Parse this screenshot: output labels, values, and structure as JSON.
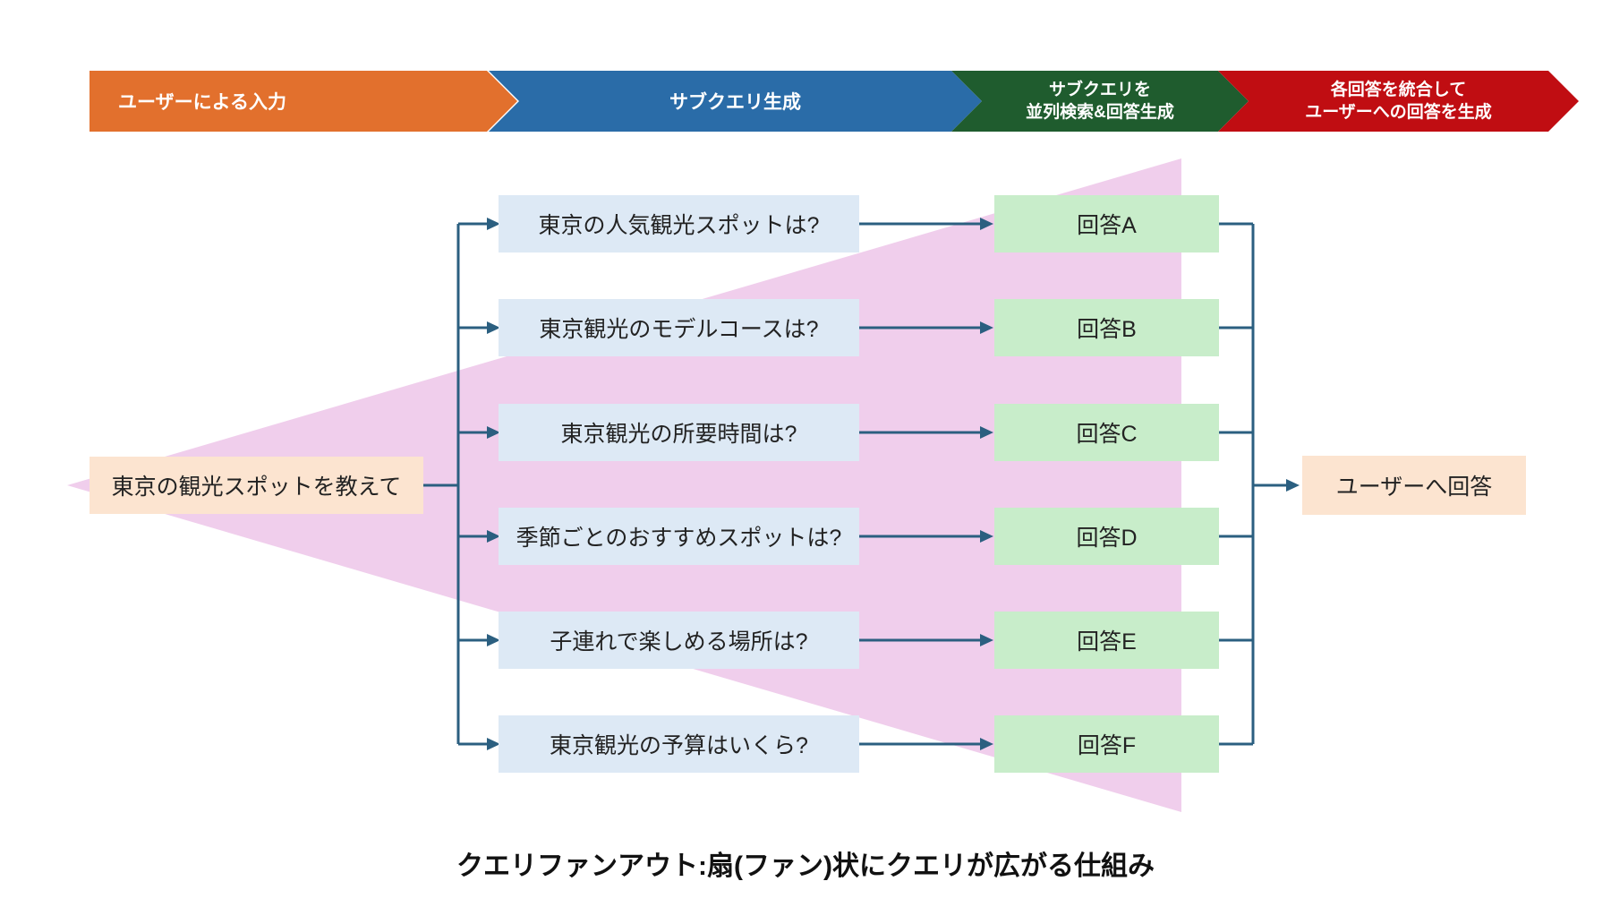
{
  "stage_banners": [
    {
      "line1": "ユーザーによる入力",
      "line2": "",
      "color": "#E2702D"
    },
    {
      "line1": "サブクエリ生成",
      "line2": "",
      "color": "#2A6CA8"
    },
    {
      "line1": "サブクエリを",
      "line2": "並列検索&回答生成",
      "color": "#1F5C2E"
    },
    {
      "line1": "各回答を統合して",
      "line2": "ユーザーへの回答を生成",
      "color": "#C00D12"
    }
  ],
  "input_box": {
    "label": "東京の観光スポットを教えて"
  },
  "subquery_boxes": [
    "東京の人気観光スポットは?",
    "東京観光のモデルコースは?",
    "東京観光の所要時間は?",
    "季節ごとのおすすめスポットは?",
    "子連れで楽しめる場所は?",
    "東京観光の予算はいくら?"
  ],
  "answer_boxes": [
    "回答A",
    "回答B",
    "回答C",
    "回答D",
    "回答E",
    "回答F"
  ],
  "output_box": {
    "label": "ユーザーへ回答"
  },
  "caption": "クエリファンアウト:扇(ファン)状にクエリが広がる仕組み",
  "colors": {
    "banner_orange": "#E2702D",
    "banner_blue": "#2A6CA8",
    "banner_green": "#1F5C2E",
    "banner_red": "#C00D12",
    "input_output_box": "#FCE4D0",
    "subquery_box": "#DDE9F5",
    "answer_box": "#C8EDCA",
    "fan": "#F0CEEC",
    "connector": "#2B5F80"
  }
}
